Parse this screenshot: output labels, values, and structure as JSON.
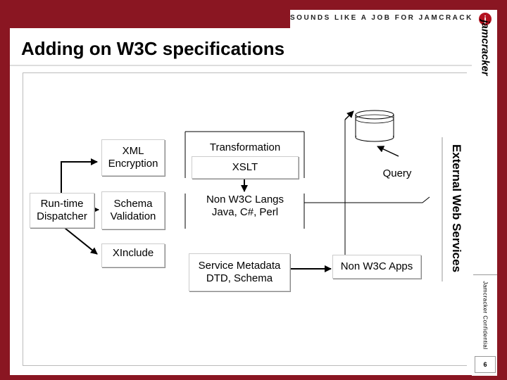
{
  "header": {
    "tagline": "SOUNDS LIKE A JOB FOR JAMCRACKER",
    "brand": "jamcracker",
    "logo_initial": "j"
  },
  "slide": {
    "title": "Adding on W3C specifications",
    "footer_confidential": "Jamcracker Confidential",
    "page_number": "6"
  },
  "diagram": {
    "nodes": {
      "runtime": [
        "Run-time",
        "Dispatcher"
      ],
      "xml_encryption": [
        "XML",
        "Encryption"
      ],
      "schema_validation": [
        "Schema",
        "Validation"
      ],
      "xinclude": "XInclude",
      "transformation": "Transformation",
      "xslt": "XSLT",
      "non_w3c_langs": [
        "Non W3C Langs",
        "Java, C#, Perl"
      ],
      "service_metadata": [
        "Service Metadata",
        "DTD, Schema"
      ],
      "query": "Query",
      "non_w3c_apps": "Non W3C Apps",
      "external_services": "External Web Services"
    },
    "colors": {
      "brand": "#8a1622",
      "line": "#000000"
    }
  }
}
